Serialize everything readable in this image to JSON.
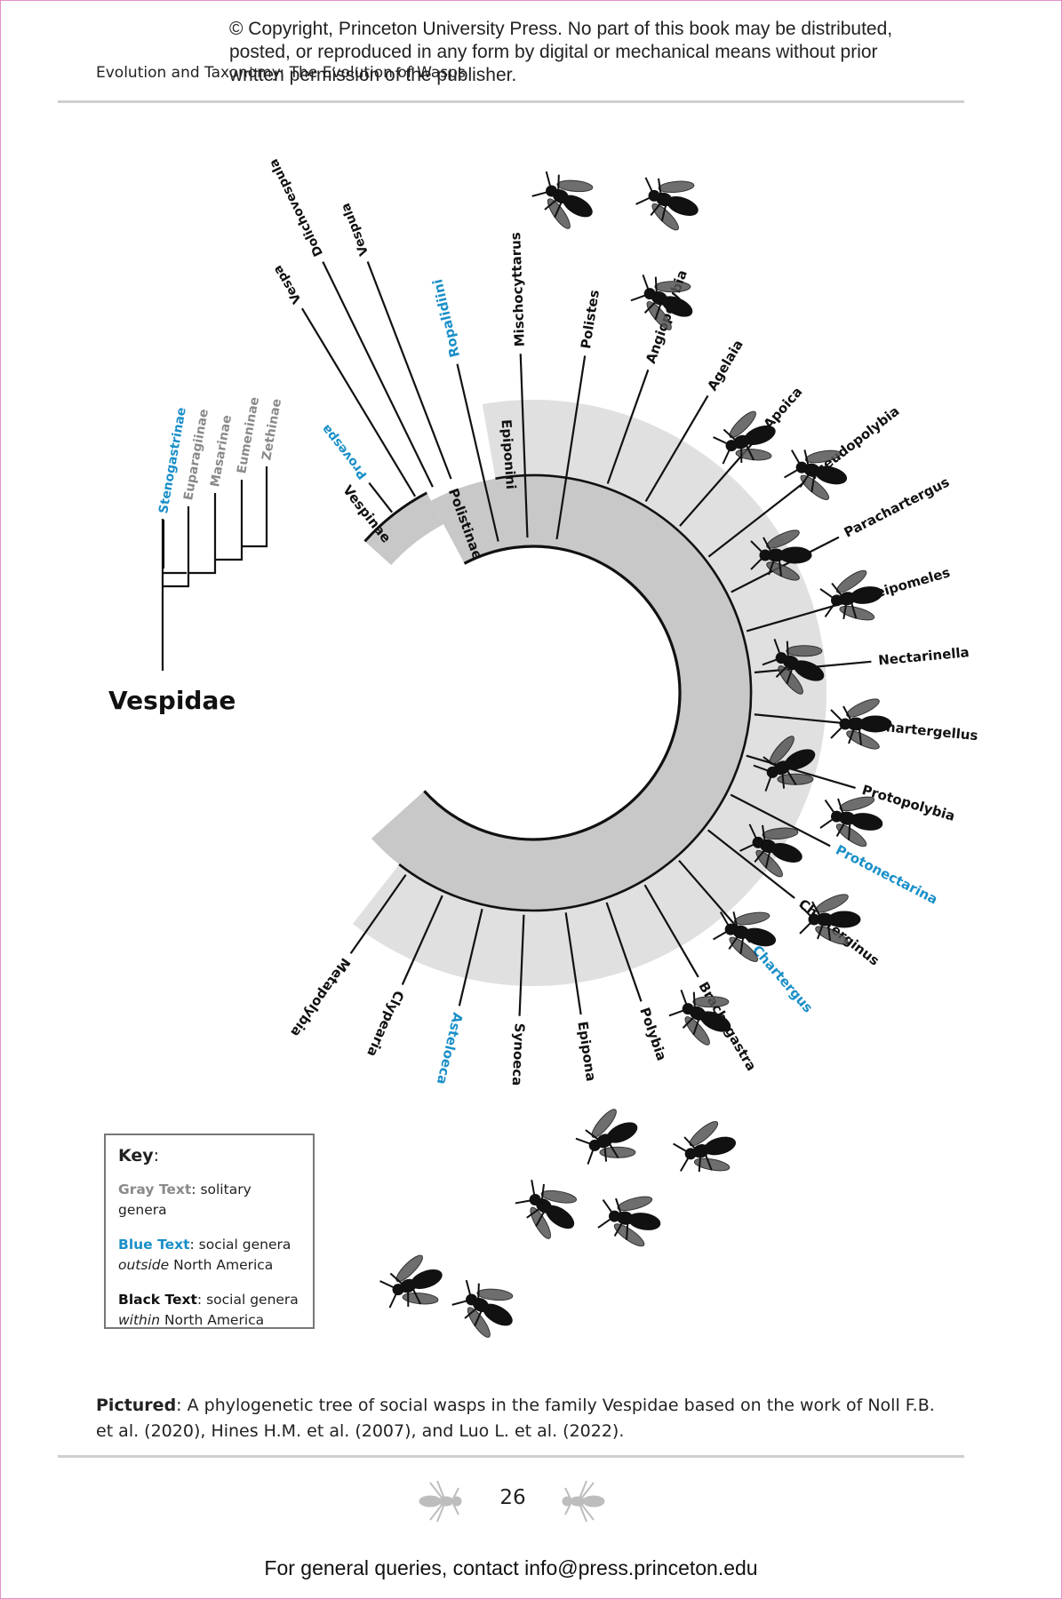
{
  "header": {
    "copyright": "© Copyright, Princeton University Press. No part of this book may be distributed, posted, or reproduced in any form by digital or mechanical means without prior written permission of the publisher.",
    "running_title": "Evolution and Taxonomy: The Evolution of Wasps"
  },
  "tree": {
    "family": "Vespidae",
    "colors": {
      "gray": "#8a8a8a",
      "blue": "#1a8fc8",
      "black": "#111111",
      "band_dark": "#c8c8c8",
      "band_light": "#e0e0e0"
    },
    "clades": {
      "vespinae": "Vespinae",
      "polistinae": "Polistinae",
      "epiponini": "Epiponini",
      "ropalidiini": "Ropalidiini"
    },
    "outgroups": [
      {
        "name": "Stenogastrinae",
        "color": "blue"
      },
      {
        "name": "Euparagiinae",
        "color": "gray"
      },
      {
        "name": "Masarinae",
        "color": "gray"
      },
      {
        "name": "Eumeninae",
        "color": "gray"
      },
      {
        "name": "Zethinae",
        "color": "gray"
      }
    ],
    "vespinae_genera": [
      {
        "name": "Provespa",
        "color": "blue"
      },
      {
        "name": "Vespa",
        "color": "black"
      },
      {
        "name": "Dolichovespula",
        "color": "black"
      },
      {
        "name": "Vespula",
        "color": "black"
      }
    ],
    "polistinae_genera": [
      {
        "name": "Ropalidiini",
        "color": "blue"
      },
      {
        "name": "Mischocyttarus",
        "color": "black"
      },
      {
        "name": "Polistes",
        "color": "black"
      },
      {
        "name": "Angiopolybia",
        "color": "black"
      },
      {
        "name": "Agelaia",
        "color": "black"
      },
      {
        "name": "Apoica",
        "color": "black"
      },
      {
        "name": "Pseudopolybia",
        "color": "black"
      },
      {
        "name": "Parachartergus",
        "color": "black"
      },
      {
        "name": "Leipomeles",
        "color": "black"
      },
      {
        "name": "Nectarinella",
        "color": "black"
      },
      {
        "name": "Chartergellus",
        "color": "black"
      },
      {
        "name": "Protopolybia",
        "color": "black"
      },
      {
        "name": "Protonectarina",
        "color": "blue"
      },
      {
        "name": "Charterginus",
        "color": "black"
      },
      {
        "name": "Chartergus",
        "color": "blue"
      },
      {
        "name": "Brachygastra",
        "color": "black"
      },
      {
        "name": "Polybia",
        "color": "black"
      },
      {
        "name": "Epipona",
        "color": "black"
      },
      {
        "name": "Synoeca",
        "color": "black"
      },
      {
        "name": "Asteloeca",
        "color": "blue"
      },
      {
        "name": "Clypearia",
        "color": "black"
      },
      {
        "name": "Metapolybia",
        "color": "black"
      }
    ]
  },
  "key": {
    "title": "Key",
    "gray_label": "Gray Text",
    "gray_desc": ": solitary genera",
    "blue_label": "Blue Text",
    "blue_desc_1": ": social genera",
    "blue_desc_em": "outside",
    "blue_desc_2": " North America",
    "black_label": "Black Text",
    "black_desc_1": ": social genera",
    "black_desc_em": "within",
    "black_desc_2": " North America"
  },
  "caption": {
    "label": "Pictured",
    "text": ": A phylogenetic tree of social wasps in the family Vespidae based on the work of Noll F.B. et al. (2020), Hines H.M. et al. (2007), and Luo L. et al. (2022)."
  },
  "page_number": "26",
  "footer": "For general queries, contact info@press.princeton.edu"
}
